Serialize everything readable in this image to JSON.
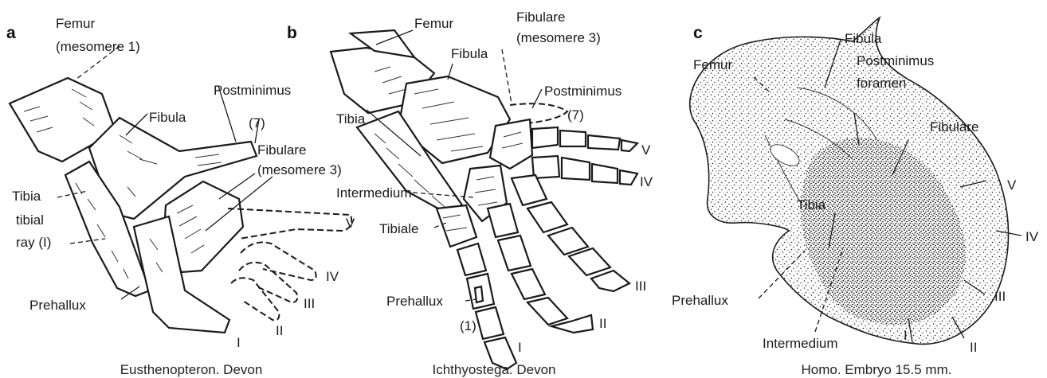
{
  "panels": [
    {
      "letter": "a",
      "caption": "Eusthenopteron. Devon",
      "labels": {
        "femur": "Femur",
        "femur_sub": "(mesomere 1)",
        "fibula": "Fibula",
        "postminimus": "Postminimus",
        "seven": "(7)",
        "fibulare": "Fibulare",
        "fibulare_sub": "(mesomere 3)",
        "tibia": "Tibia",
        "tibial_ray_1": "tibial",
        "tibial_ray_2": "ray (I)",
        "prehallux": "Prehallux",
        "digit_v": "V",
        "digit_iv": "IV",
        "digit_iii": "III",
        "digit_ii": "II",
        "digit_i": "I"
      }
    },
    {
      "letter": "b",
      "caption": "Ichthyostega. Devon",
      "labels": {
        "femur": "Femur",
        "fibulare": "Fibulare",
        "fibulare_sub": "(mesomere 3)",
        "fibula": "Fibula",
        "postminimus": "Postminimus",
        "seven": "(7)",
        "tibia": "Tibia",
        "intermedium": "Intermedium",
        "tibiale": "Tibiale",
        "prehallux": "Prehallux",
        "one": "(1)",
        "digit_v": "V",
        "digit_iv": "IV",
        "digit_iii": "III",
        "digit_ii": "II",
        "digit_i": "I"
      }
    },
    {
      "letter": "c",
      "caption": "Homo. Embryo 15.5 mm.",
      "labels": {
        "femur": "Femur",
        "fibula": "Fibula",
        "postminimus": "Postminimus",
        "foramen": "foramen",
        "fibulare": "Fibulare",
        "tibia": "Tibia",
        "prehallux": "Prehallux",
        "intermedium": "Intermedium",
        "digit_v": "V",
        "digit_iv": "IV",
        "digit_iii": "III",
        "digit_ii": "II",
        "digit_i": "I"
      }
    }
  ]
}
